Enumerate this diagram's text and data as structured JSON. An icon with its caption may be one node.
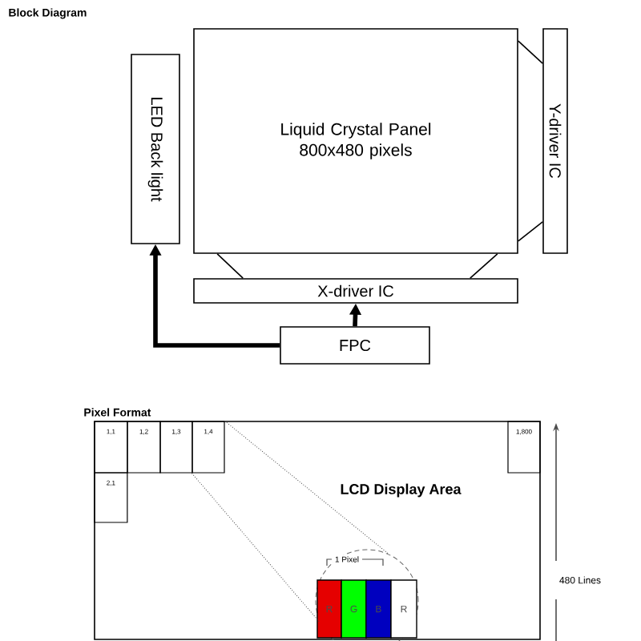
{
  "diagram": {
    "nodes": [
      {
        "text": [
          "LED Back light"
        ]
      },
      {
        "text": [
          "Liquid Crystal Panel 800x480 pixels"
        ]
      },
      {
        "text": [
          "Y-driver IC"
        ]
      },
      {
        "text": [
          "X-driver IC"
        ]
      },
      {
        "text": [
          "FPC"
        ]
      },
      {
        "text": [
          "Pixel Format",
          "LCD Display Area"
        ]
      },
      {
        "text": [
          "1,1"
        ],
        "in": 5
      },
      {
        "text": [
          "1,2"
        ],
        "in": 5
      },
      {
        "text": [
          "1,3"
        ],
        "in": 5
      },
      {
        "text": [
          "1,4"
        ],
        "in": 5
      },
      {
        "text": [
          "1,800"
        ],
        "in": 5
      },
      {
        "text": [
          "2,1"
        ],
        "in": 5
      },
      {
        "text": [],
        "shape": "circle",
        "in": 5
      },
      {
        "text": [
          "R"
        ],
        "in": 12
      },
      {
        "text": [
          "G"
        ],
        "in": 12
      },
      {
        "text": [
          "B"
        ],
        "in": 12
      },
      {
        "text": [
          "R"
        ],
        "in": 12
      }
    ],
    "edges": [
      {
        "from": 4,
        "to": 0,
        "arrow": "to",
        "style": "thick"
      },
      {
        "from": 4,
        "to": 3,
        "arrow": "to",
        "style": "thick"
      },
      {
        "from": 1,
        "to": 3,
        "arrow": "none"
      },
      {
        "from": 1,
        "to": 3,
        "arrow": "none"
      },
      {
        "from": 1,
        "to": 2,
        "arrow": "none"
      },
      {
        "from": 1,
        "to": 2,
        "arrow": "none"
      },
      {
        "from": 9,
        "to": 12,
        "arrow": "none",
        "style": "dashed"
      },
      {
        "from": 9,
        "to": 12,
        "arrow": "none",
        "style": "dashed"
      }
    ],
    "labels": [
      "Block Diagram",
      "1 Pixel",
      "480 Lines"
    ]
  }
}
